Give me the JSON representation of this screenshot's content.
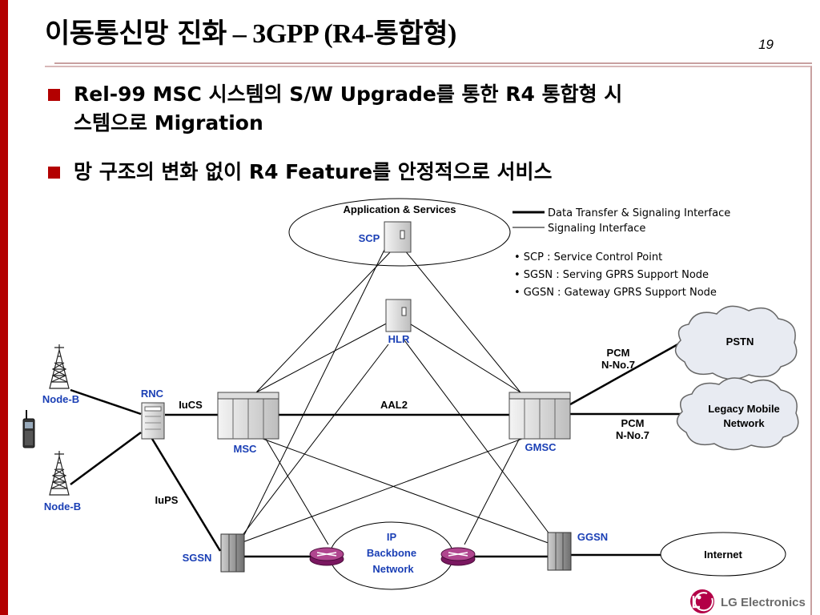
{
  "slide": {
    "title_ko": "이동통신망 진화",
    "title_rest": " – 3GPP (R4-",
    "title_ko2": "통합형",
    "title_end": ")",
    "page_number": "19"
  },
  "bullets": [
    {
      "text": "Rel-99 MSC 시스템의 S/W Upgrade를 통한 R4 통합형 시\n스템으로 Migration"
    },
    {
      "text": " 망 구조의 변화 없이 R4 Feature를 안정적으로 서비스"
    }
  ],
  "diagram": {
    "app_services_label": "Application & Services",
    "nodes": {
      "scp": "SCP",
      "hlr": "HLR",
      "rnc": "RNC",
      "msc": "MSC",
      "gmsc": "GMSC",
      "sgsn": "SGSN",
      "ggsn": "GGSN",
      "node_b_top": "Node-B",
      "node_b_bottom": "Node-B"
    },
    "links": {
      "iucs": "IuCS",
      "iups": "IuPS",
      "aal2": "AAL2",
      "pcm_top_1": "PCM",
      "pcm_top_2": "N-No.7",
      "pcm_bottom_1": "PCM",
      "pcm_bottom_2": "N-No.7"
    },
    "clouds": {
      "pstn": "PSTN",
      "legacy_1": "Legacy Mobile",
      "legacy_2": "Network"
    },
    "ip_backbone": [
      "IP",
      "Backbone",
      "Network"
    ],
    "internet": "Internet",
    "legend": {
      "thick": "Data Transfer & Signaling Interface",
      "thin": "Signaling Interface"
    },
    "abbreviations": [
      "• SCP : Service Control Point",
      "• SGSN : Serving GPRS Support Node",
      "• GGSN : Gateway GPRS Support Node"
    ]
  },
  "logo": {
    "text": "LG Electronics",
    "color": "#b30047"
  },
  "colors": {
    "accent": "#b30000",
    "label_blue": "#1a3fb5"
  }
}
